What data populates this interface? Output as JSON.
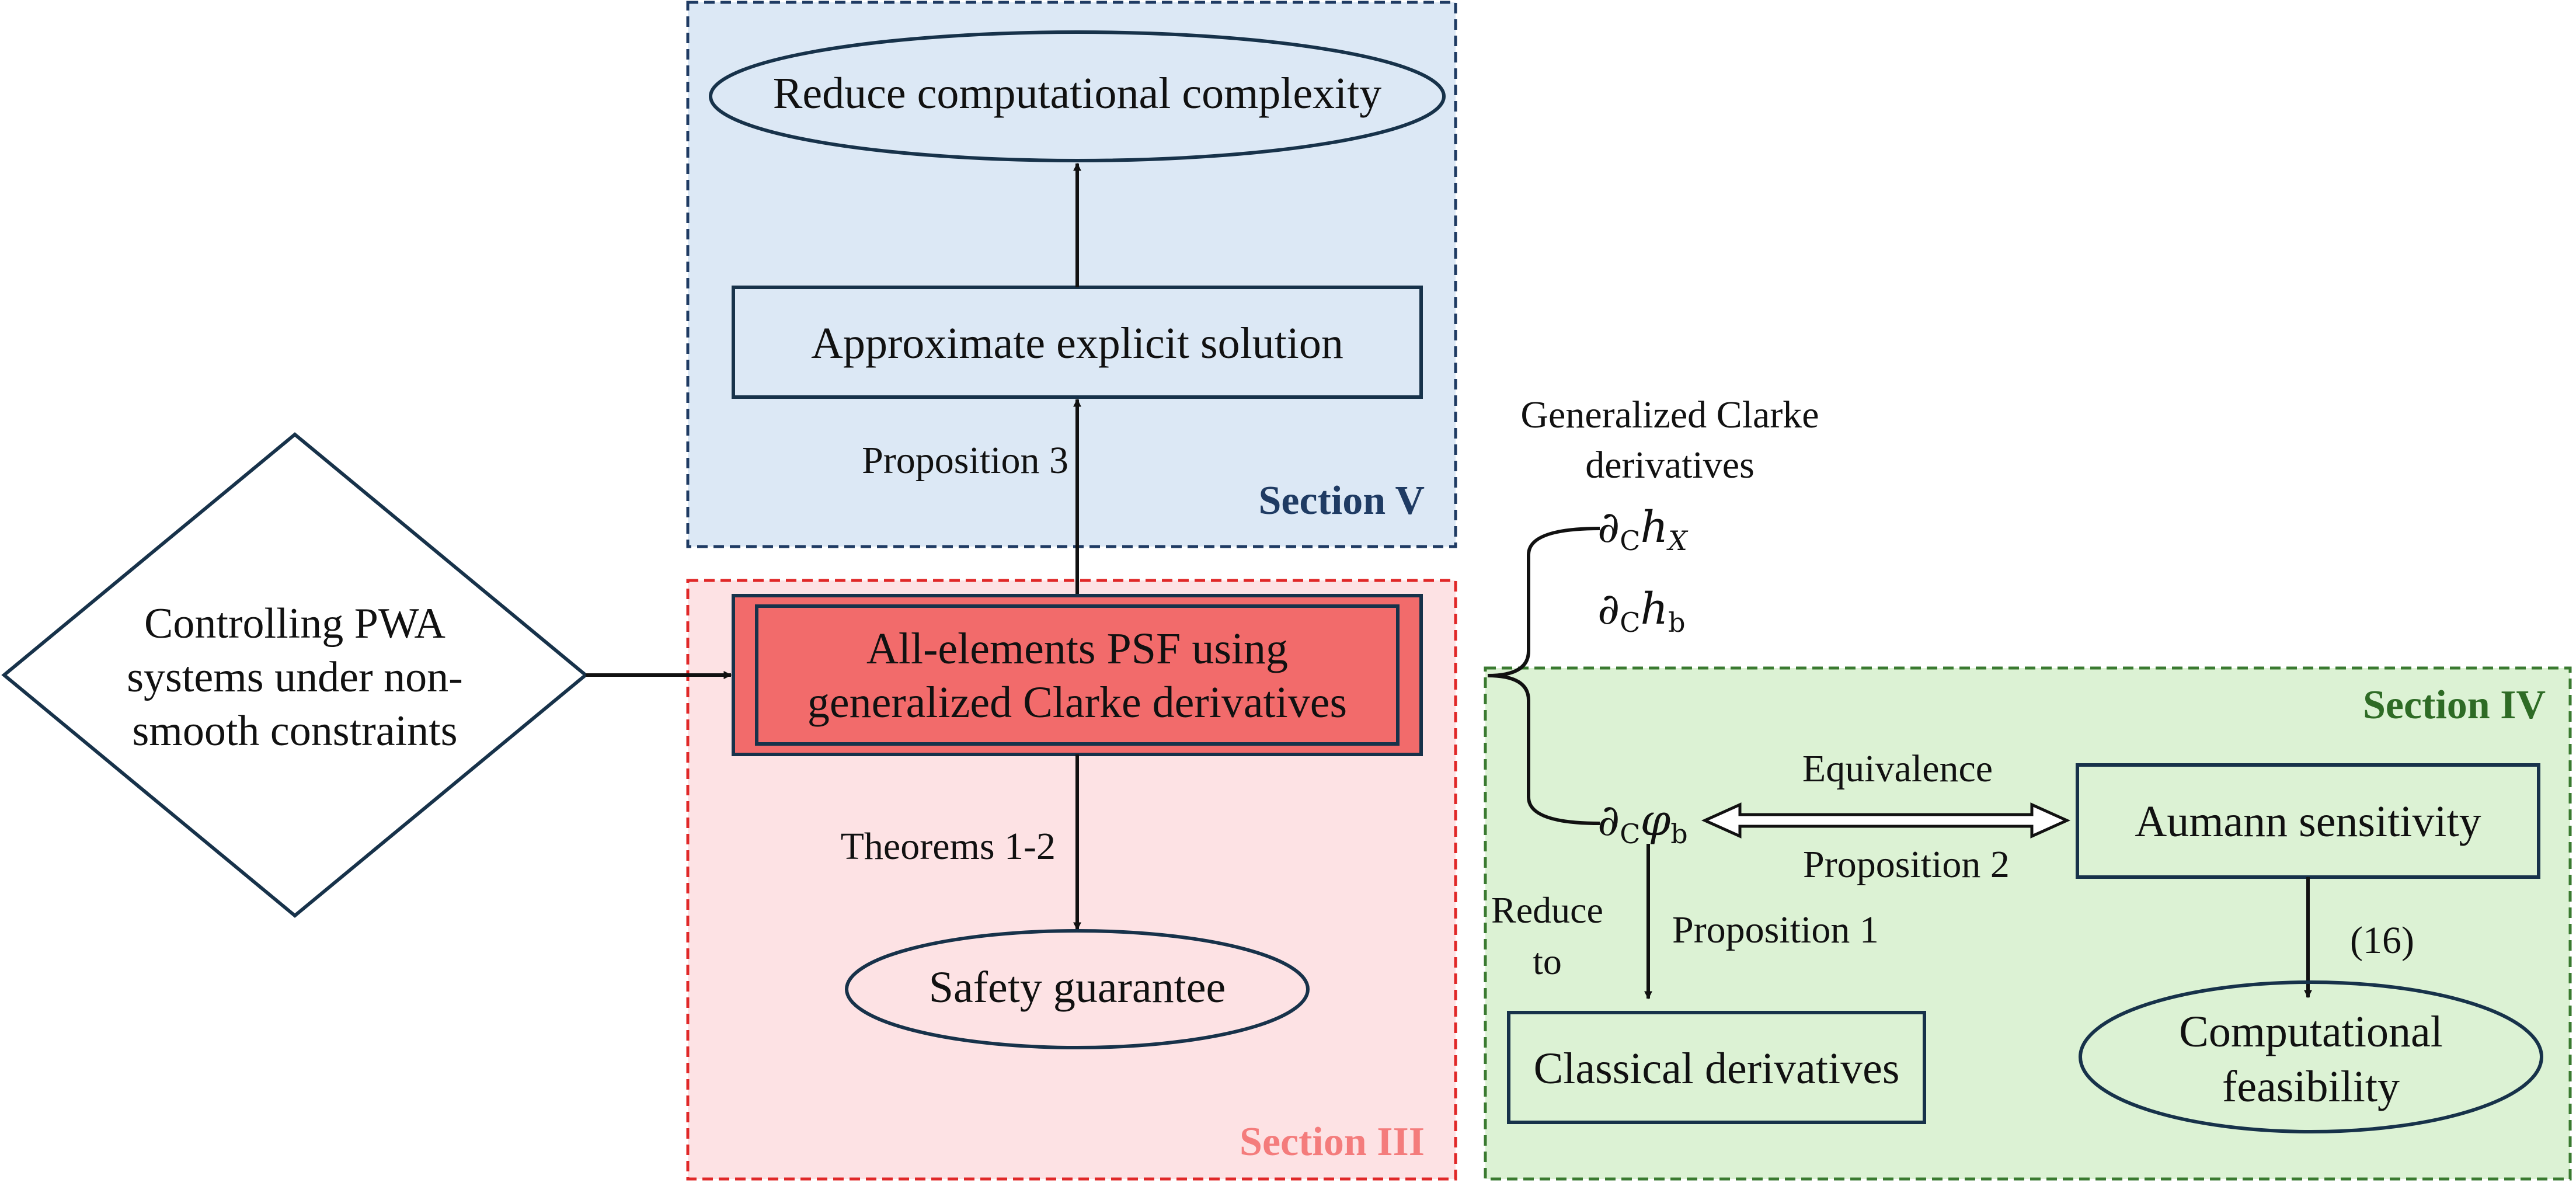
{
  "diagram": {
    "start_node": {
      "lines": [
        "Controlling PWA",
        "systems under non-",
        "smooth constraints"
      ]
    },
    "sections": {
      "v": {
        "label": "Section V",
        "top_goal": "Reduce computational complexity",
        "approx_box": "Approximate explicit solution",
        "edge_label": "Proposition 3",
        "fill": "#dce8f5",
        "border": "#1f3b63",
        "label_color": "#1f3b63"
      },
      "iii": {
        "label": "Section III",
        "main_box_lines": [
          "All-elements PSF using",
          "generalized Clarke derivatives"
        ],
        "edge_label": "Theorems 1-2",
        "safety": "Safety guarantee",
        "fill": "#fde2e4",
        "border": "#e02828",
        "label_color": "#f47c7c",
        "main_fill": "#f26b6b"
      },
      "iv": {
        "label": "Section IV",
        "equivalence": "Equivalence",
        "prop2": "Proposition 2",
        "aumann": "Aumann sensitivity",
        "eq_ref": "(16)",
        "feasibility_lines": [
          "Computational",
          "feasibility"
        ],
        "reduce_lines": [
          "Reduce",
          "to"
        ],
        "prop1": "Proposition 1",
        "classical": "Classical derivatives",
        "fill": "#dcf2d4",
        "border": "#3a7a30",
        "label_color": "#2e6b25"
      }
    },
    "clarke": {
      "title_lines": [
        "Generalized Clarke",
        "derivatives"
      ],
      "h_x": {
        "d": "∂",
        "sub": "C",
        "var": "h",
        "var_sub": "X"
      },
      "h_b": {
        "d": "∂",
        "sub": "C",
        "var": "h",
        "var_sub": "b"
      },
      "phi_b": {
        "d": "∂",
        "sub": "C",
        "var": "φ",
        "var_sub": "b"
      }
    }
  }
}
